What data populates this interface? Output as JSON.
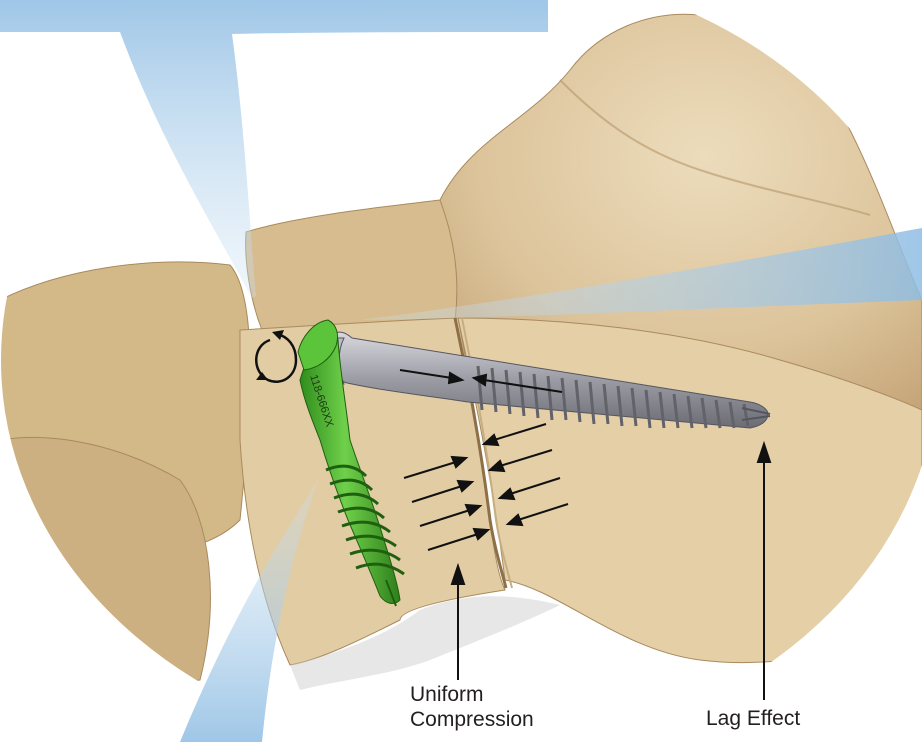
{
  "labels": {
    "uniform_line1": "Uniform",
    "uniform_line2": "Compression",
    "lag": "Lag Effect"
  },
  "screw_marking": "118-666XX",
  "colors": {
    "bone": "#dcc39a",
    "bone_shadow": "#b99a6c",
    "bone_highlight": "#ecdcbc",
    "green_screw": "#4fb830",
    "steel_screw": "#9a9aa3",
    "light_beam": "#9dc4e6",
    "arrow": "#111111"
  },
  "icons": {
    "rotation": "rotation-arrow-icon"
  }
}
